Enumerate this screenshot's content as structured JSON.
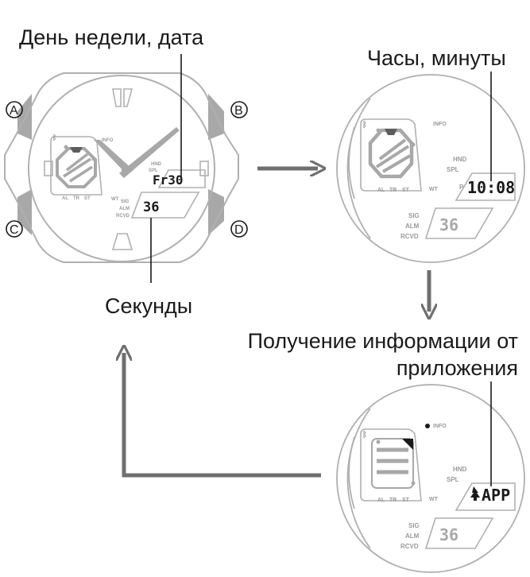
{
  "labels": {
    "weekday_date": "День недели, дата",
    "hours_minutes": "Часы, минуты",
    "seconds": "Секунды",
    "app_info_line1": "Получение информации от",
    "app_info_line2": "приложения"
  },
  "buttons": {
    "a": "A",
    "b": "B",
    "c": "C",
    "d": "D"
  },
  "dial_marks": {
    "info": "INFO",
    "hnd": "HND",
    "spl": "SPL",
    "al": "AL",
    "tr": "TR",
    "st": "ST",
    "wt": "WT",
    "sig": "SIG",
    "alm": "ALM",
    "rcvd": "RCVD",
    "p": "P"
  },
  "displays": {
    "watch1_date": "Fr30",
    "watch1_seconds": "36",
    "watch2_time": "10:08",
    "watch2_seconds": "36",
    "watch3_app": "APP",
    "watch3_seconds": "36"
  },
  "colors": {
    "outline": "#b0b0b0",
    "button_fill": "#a8a8a8",
    "arrow": "#6f6f6f",
    "text": "#1a1a1a"
  }
}
